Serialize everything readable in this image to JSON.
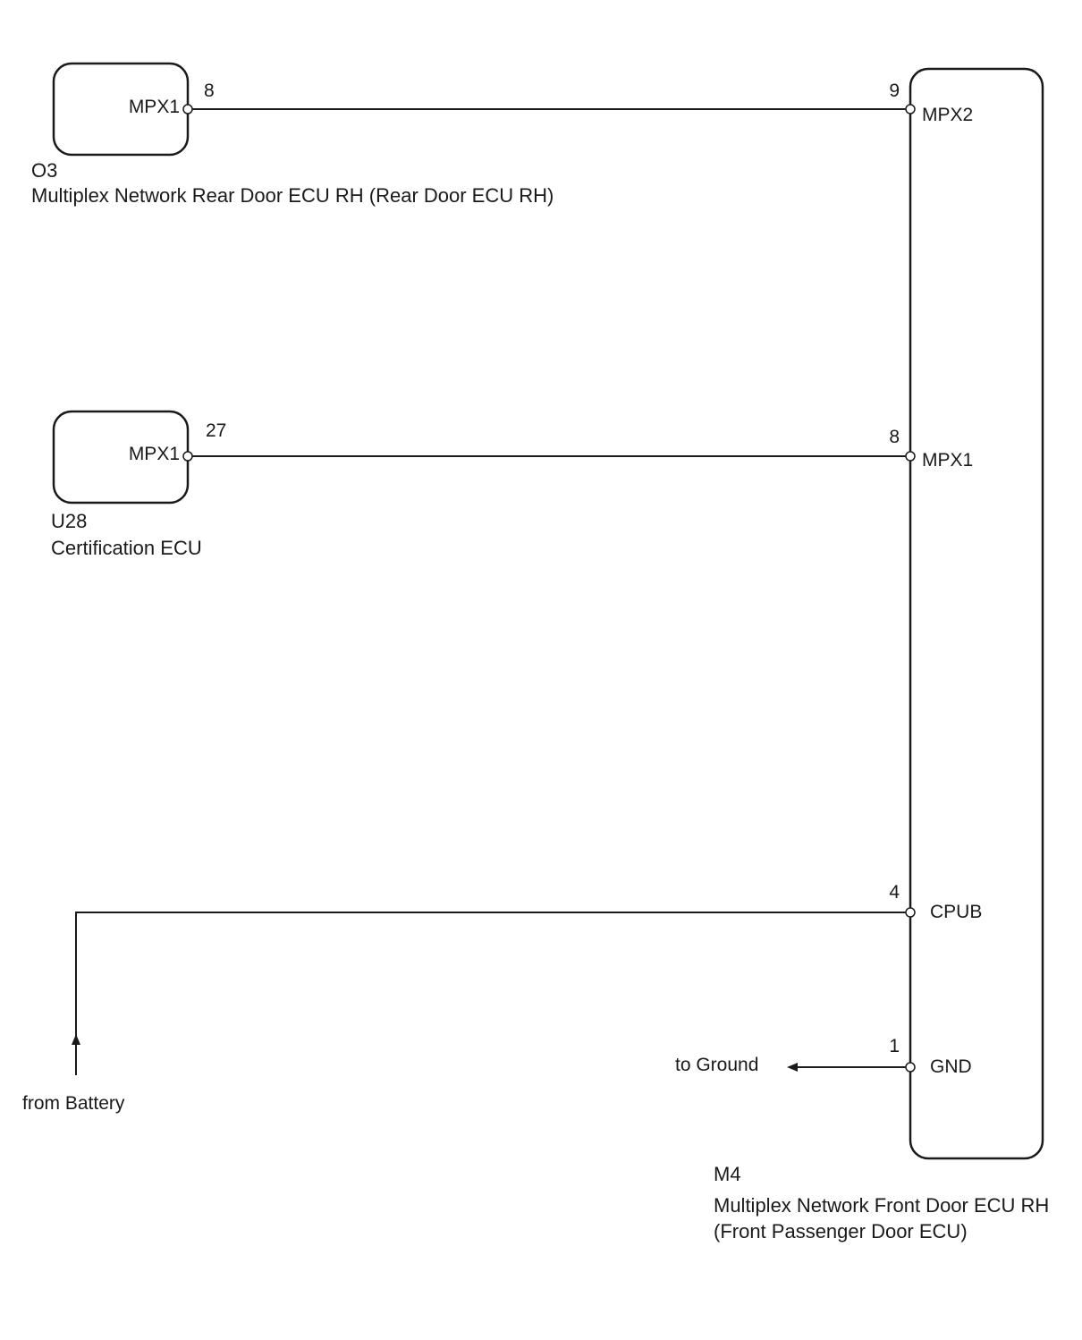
{
  "components": {
    "o3": {
      "code": "O3",
      "name": "Multiplex Network Rear Door ECU RH (Rear Door ECU RH)",
      "terminal_name": "MPX1",
      "pin": "8"
    },
    "u28": {
      "code": "U28",
      "name": "Certification ECU",
      "terminal_name": "MPX1",
      "pin": "27"
    },
    "m4": {
      "code": "M4",
      "name_line1": "Multiplex Network Front Door ECU RH",
      "name_line2": "(Front Passenger Door ECU)",
      "terminals": [
        {
          "pin": "9",
          "name": "MPX2"
        },
        {
          "pin": "8",
          "name": "MPX1"
        },
        {
          "pin": "4",
          "name": "CPUB"
        },
        {
          "pin": "1",
          "name": "GND"
        }
      ]
    }
  },
  "labels": {
    "from_battery": "from Battery",
    "to_ground": "to Ground"
  }
}
